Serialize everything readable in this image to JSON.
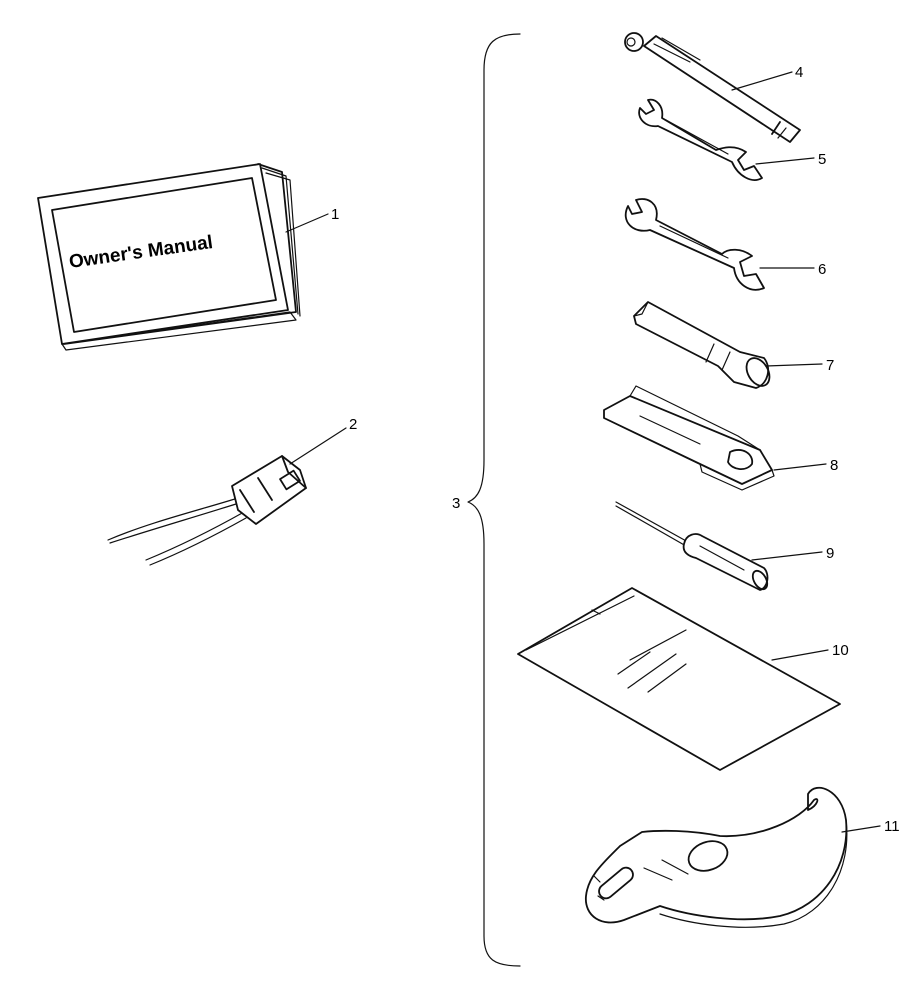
{
  "manual": {
    "cover_text": "Owner's Manual"
  },
  "callouts": {
    "c1": "1",
    "c2": "2",
    "c3": "3",
    "c4": "4",
    "c5": "5",
    "c6": "6",
    "c7": "7",
    "c8": "8",
    "c9": "9",
    "c10": "10",
    "c11": "11"
  }
}
